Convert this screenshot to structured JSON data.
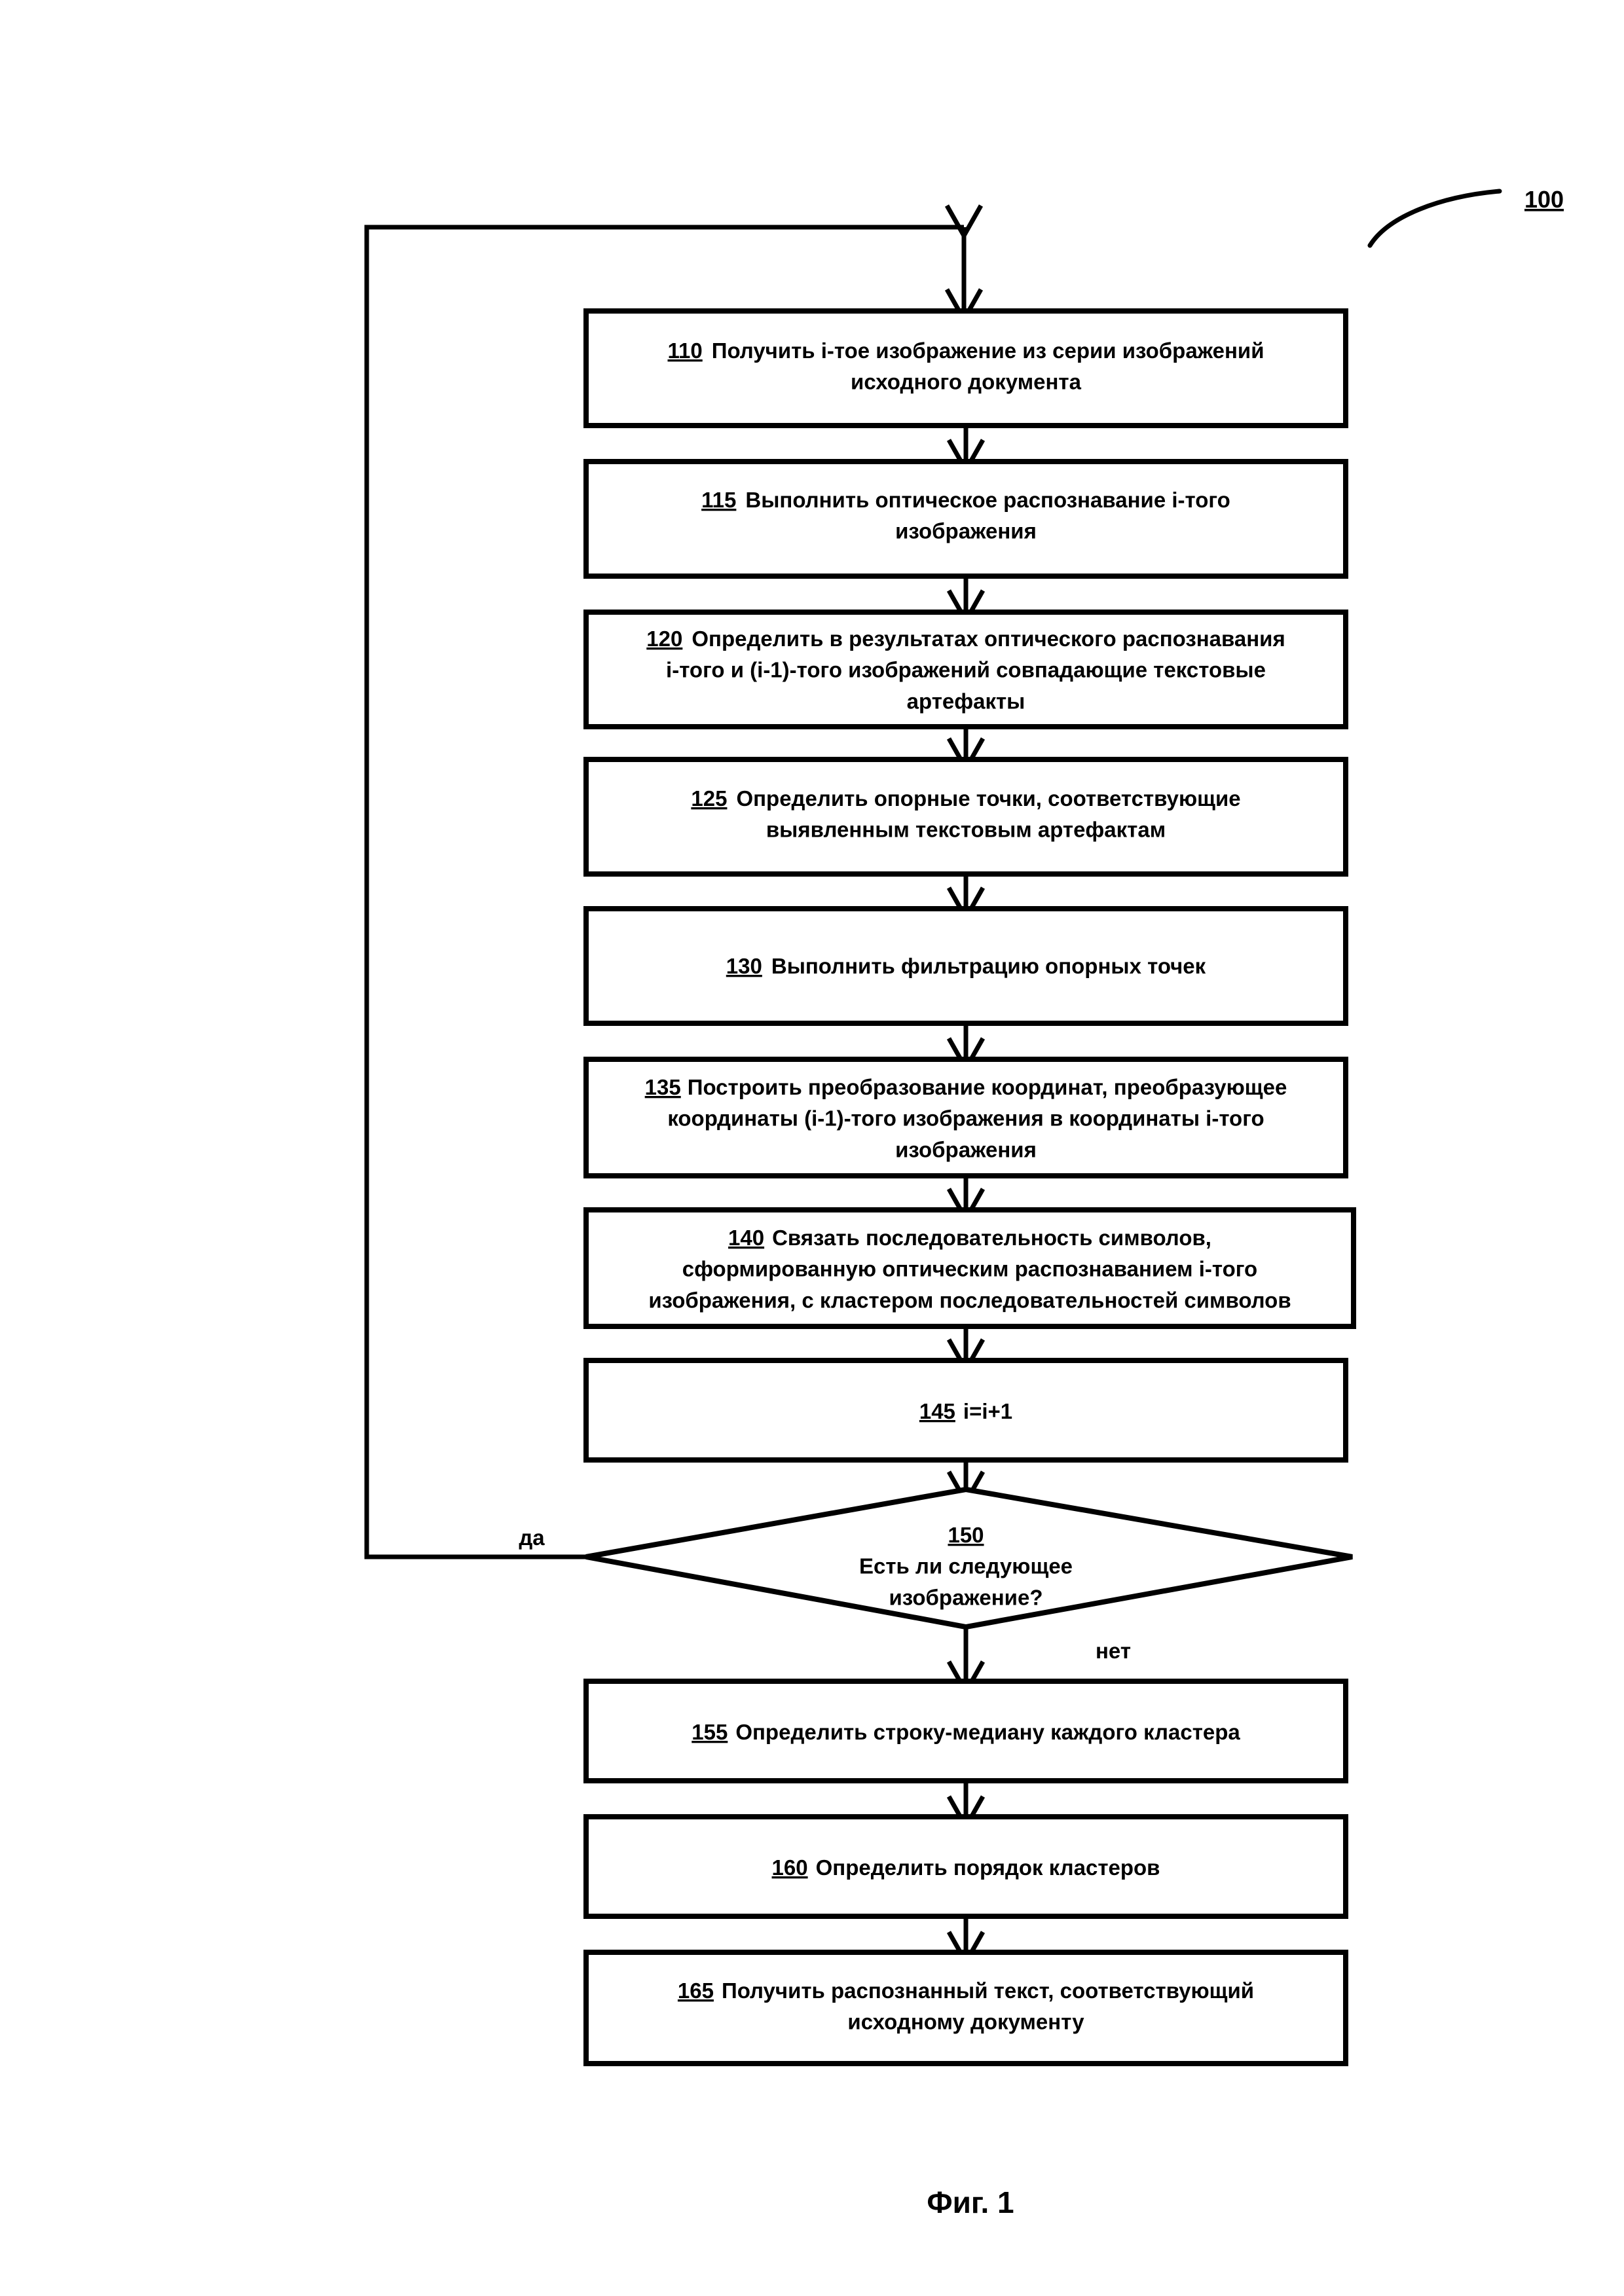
{
  "figure": {
    "caption": "Фиг. 1",
    "reference_numeral": "100"
  },
  "branch_labels": {
    "yes": "да",
    "no": "нет"
  },
  "nodes": [
    {
      "id": "110",
      "shape": "process",
      "number": "110",
      "lines": [
        "Получить i-тое изображение из серии изображений",
        "исходного документа"
      ]
    },
    {
      "id": "115",
      "shape": "process",
      "number": "115",
      "lines": [
        "Выполнить оптическое распознавание i-того",
        "изображения"
      ]
    },
    {
      "id": "120",
      "shape": "process",
      "number": "120",
      "lines": [
        "Определить в результатах оптического распознавания",
        "i-того и (i-1)-того изображений совпадающие текстовые",
        "артефакты"
      ]
    },
    {
      "id": "125",
      "shape": "process",
      "number": "125",
      "lines": [
        "Определить опорные точки, соответствующие",
        "выявленным текстовым артефактам"
      ]
    },
    {
      "id": "130",
      "shape": "process",
      "number": "130",
      "lines": [
        "Выполнить фильтрацию опорных точек"
      ]
    },
    {
      "id": "135",
      "shape": "process",
      "number": "135",
      "lines": [
        "Построить преобразование координат, преобразующее",
        "координаты (i-1)-того изображения в координаты i-того",
        "изображения"
      ]
    },
    {
      "id": "140",
      "shape": "process",
      "number": "140",
      "lines": [
        "Связать последовательность символов,",
        "сформированную оптическим распознаванием i-того",
        "изображения, с кластером последовательностей символов"
      ]
    },
    {
      "id": "145",
      "shape": "process",
      "number": "145",
      "lines": [
        "i=i+1"
      ]
    },
    {
      "id": "150",
      "shape": "decision",
      "number": "150",
      "lines": [
        "Есть ли следующее",
        "изображение?"
      ]
    },
    {
      "id": "155",
      "shape": "process",
      "number": "155",
      "lines": [
        "Определить строку-медиану каждого кластера"
      ]
    },
    {
      "id": "160",
      "shape": "process",
      "number": "160",
      "lines": [
        "Определить порядок кластеров"
      ]
    },
    {
      "id": "165",
      "shape": "process",
      "number": "165",
      "lines": [
        "Получить распознанный текст, соответствующий",
        "исходному документу"
      ]
    }
  ]
}
